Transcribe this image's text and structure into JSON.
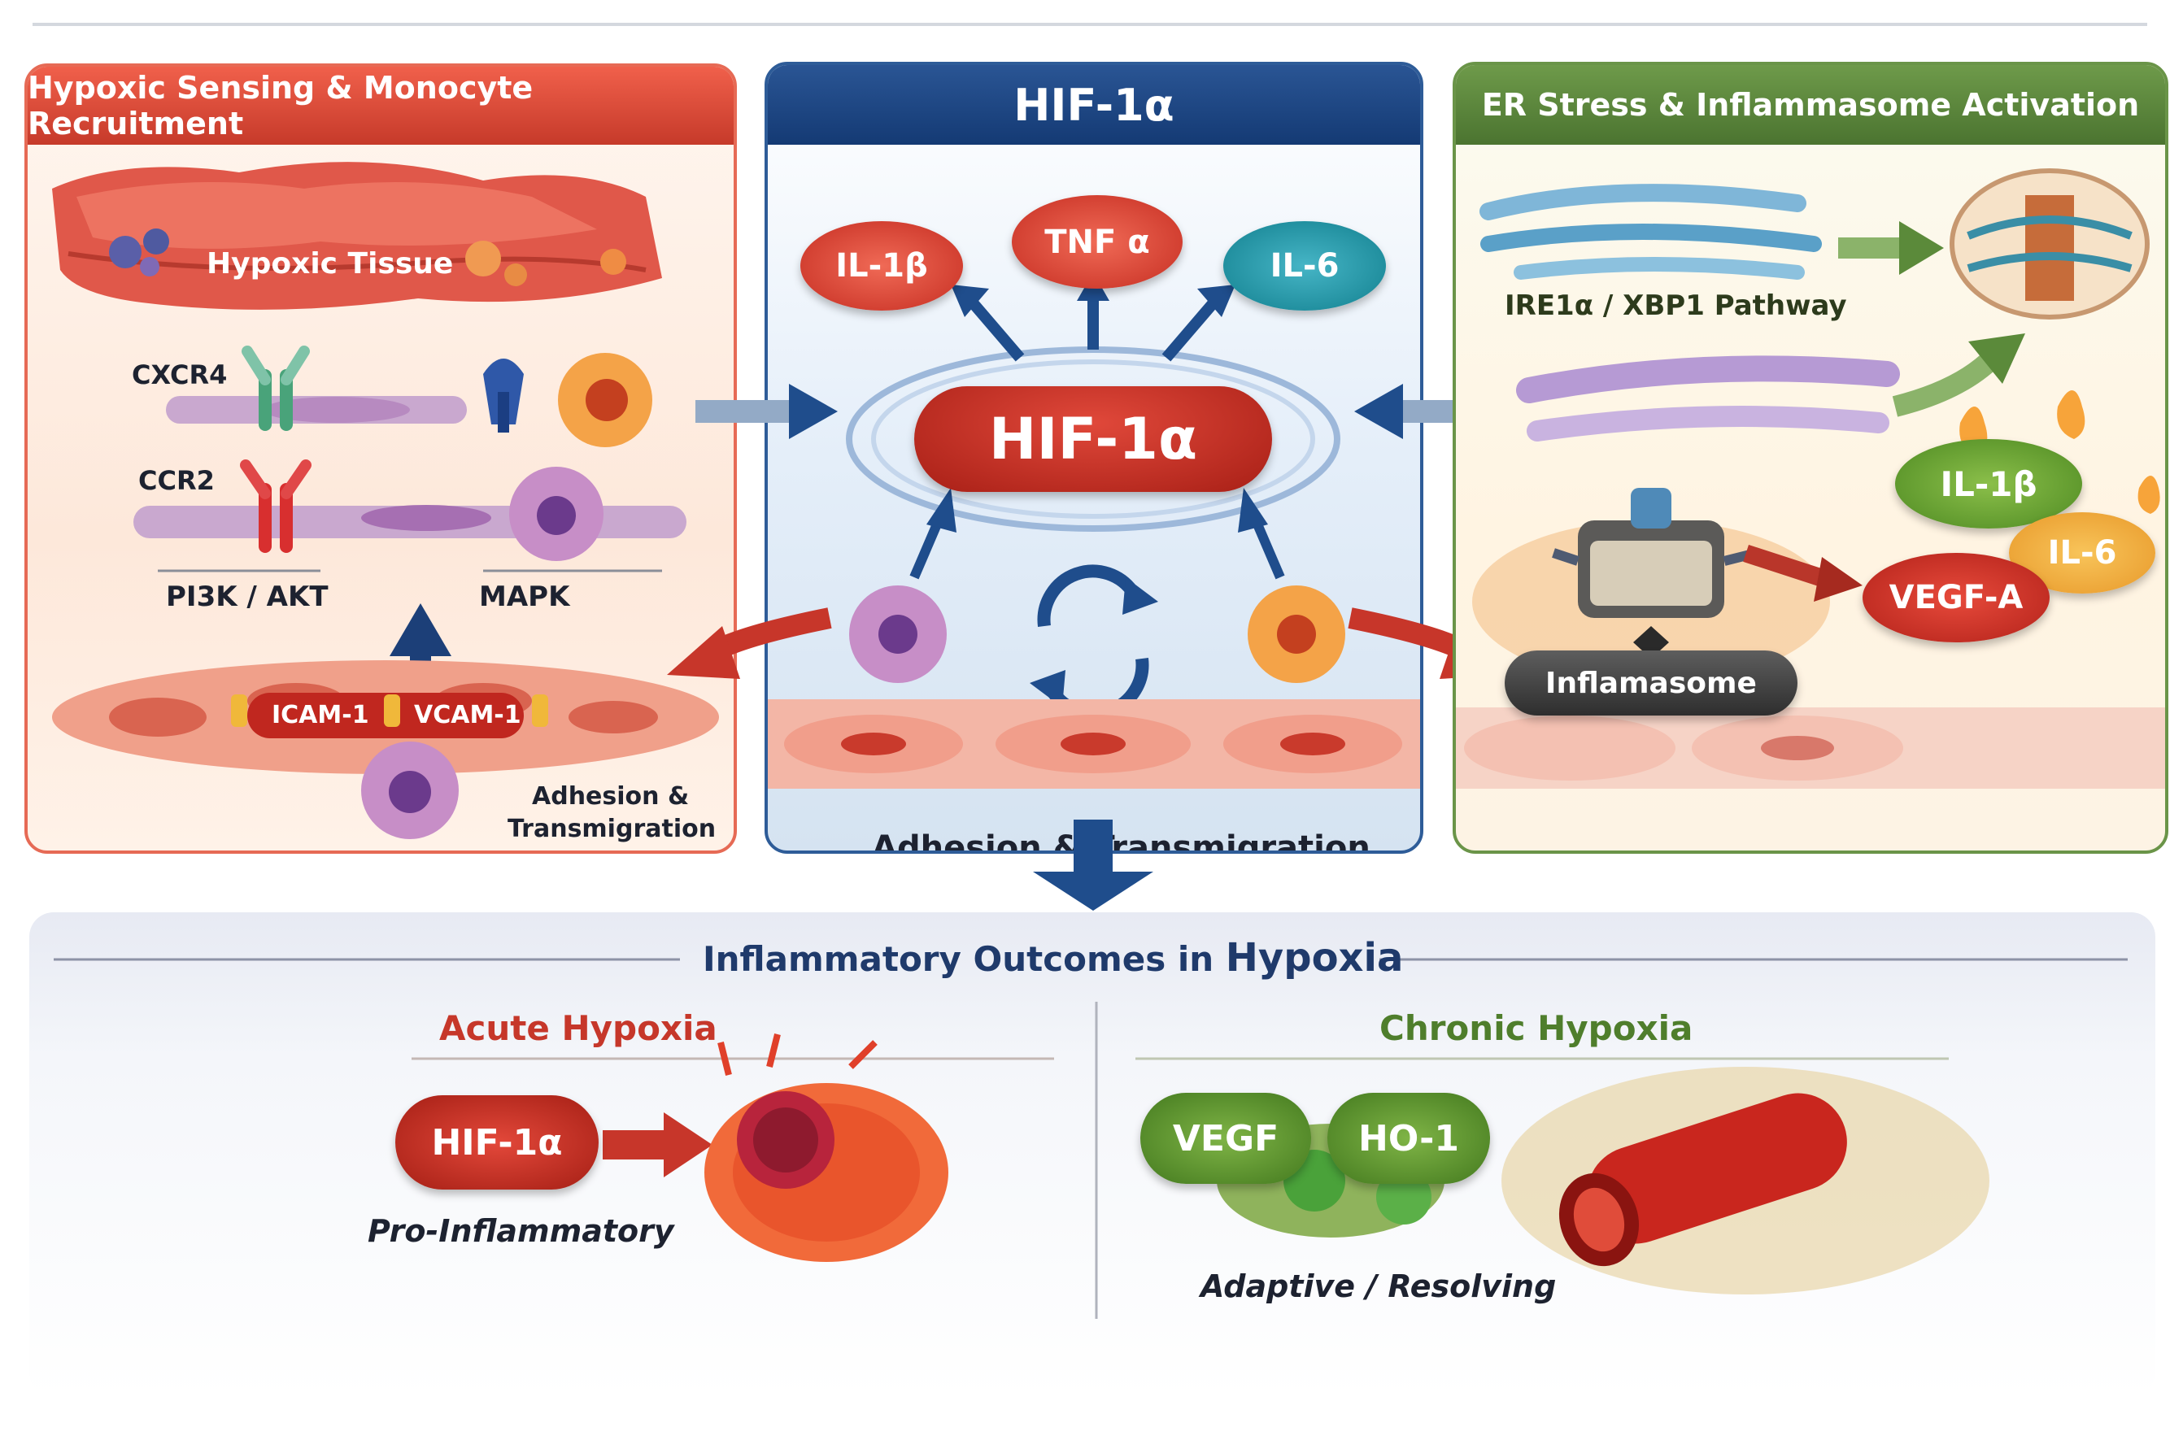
{
  "left_panel": {
    "title": "Hypoxic Sensing & Monocyte Recruitment",
    "hypoxic_tissue": "Hypoxic Tissue",
    "cxcr4": "CXCR4",
    "ccr2": "CCR2",
    "pi3k": "PI3K / AKT",
    "mapk": "MAPK",
    "icam": "ICAM-1",
    "vcam": "VCAM-1",
    "adhesion_line1": "Adhesion &",
    "adhesion_line2": "Transmigration"
  },
  "center_panel": {
    "title": "HIF-1α",
    "hub": "HIF-1α",
    "cytokines": [
      "IL-1β",
      "TNF α",
      "IL-6"
    ],
    "adhesion": "Adhesion & Transmigration"
  },
  "right_panel": {
    "title": "ER Stress & Inflammasome Activation",
    "pathway": "IRE1α / XBP1 Pathway",
    "inflammasome": "Inflamasome",
    "il1b": "IL-1β",
    "il6": "IL-6",
    "vegfa": "VEGF-A"
  },
  "bottom_panel": {
    "title_part1": "Inflammatory Outcomes in",
    "title_part2": "Hypoxia",
    "acute": {
      "title": "Acute Hypoxia",
      "badge": "HIF-1α",
      "label": "Pro-Inflammatory"
    },
    "chronic": {
      "title": "Chronic Hypoxia",
      "badge1": "VEGF",
      "badge2": "HO-1",
      "label": "Adaptive / Resolving"
    }
  },
  "colors": {
    "red": "#c93526",
    "blue": "#1f4d8c",
    "green": "#5b8a3a",
    "teal": "#1a8fa6"
  }
}
